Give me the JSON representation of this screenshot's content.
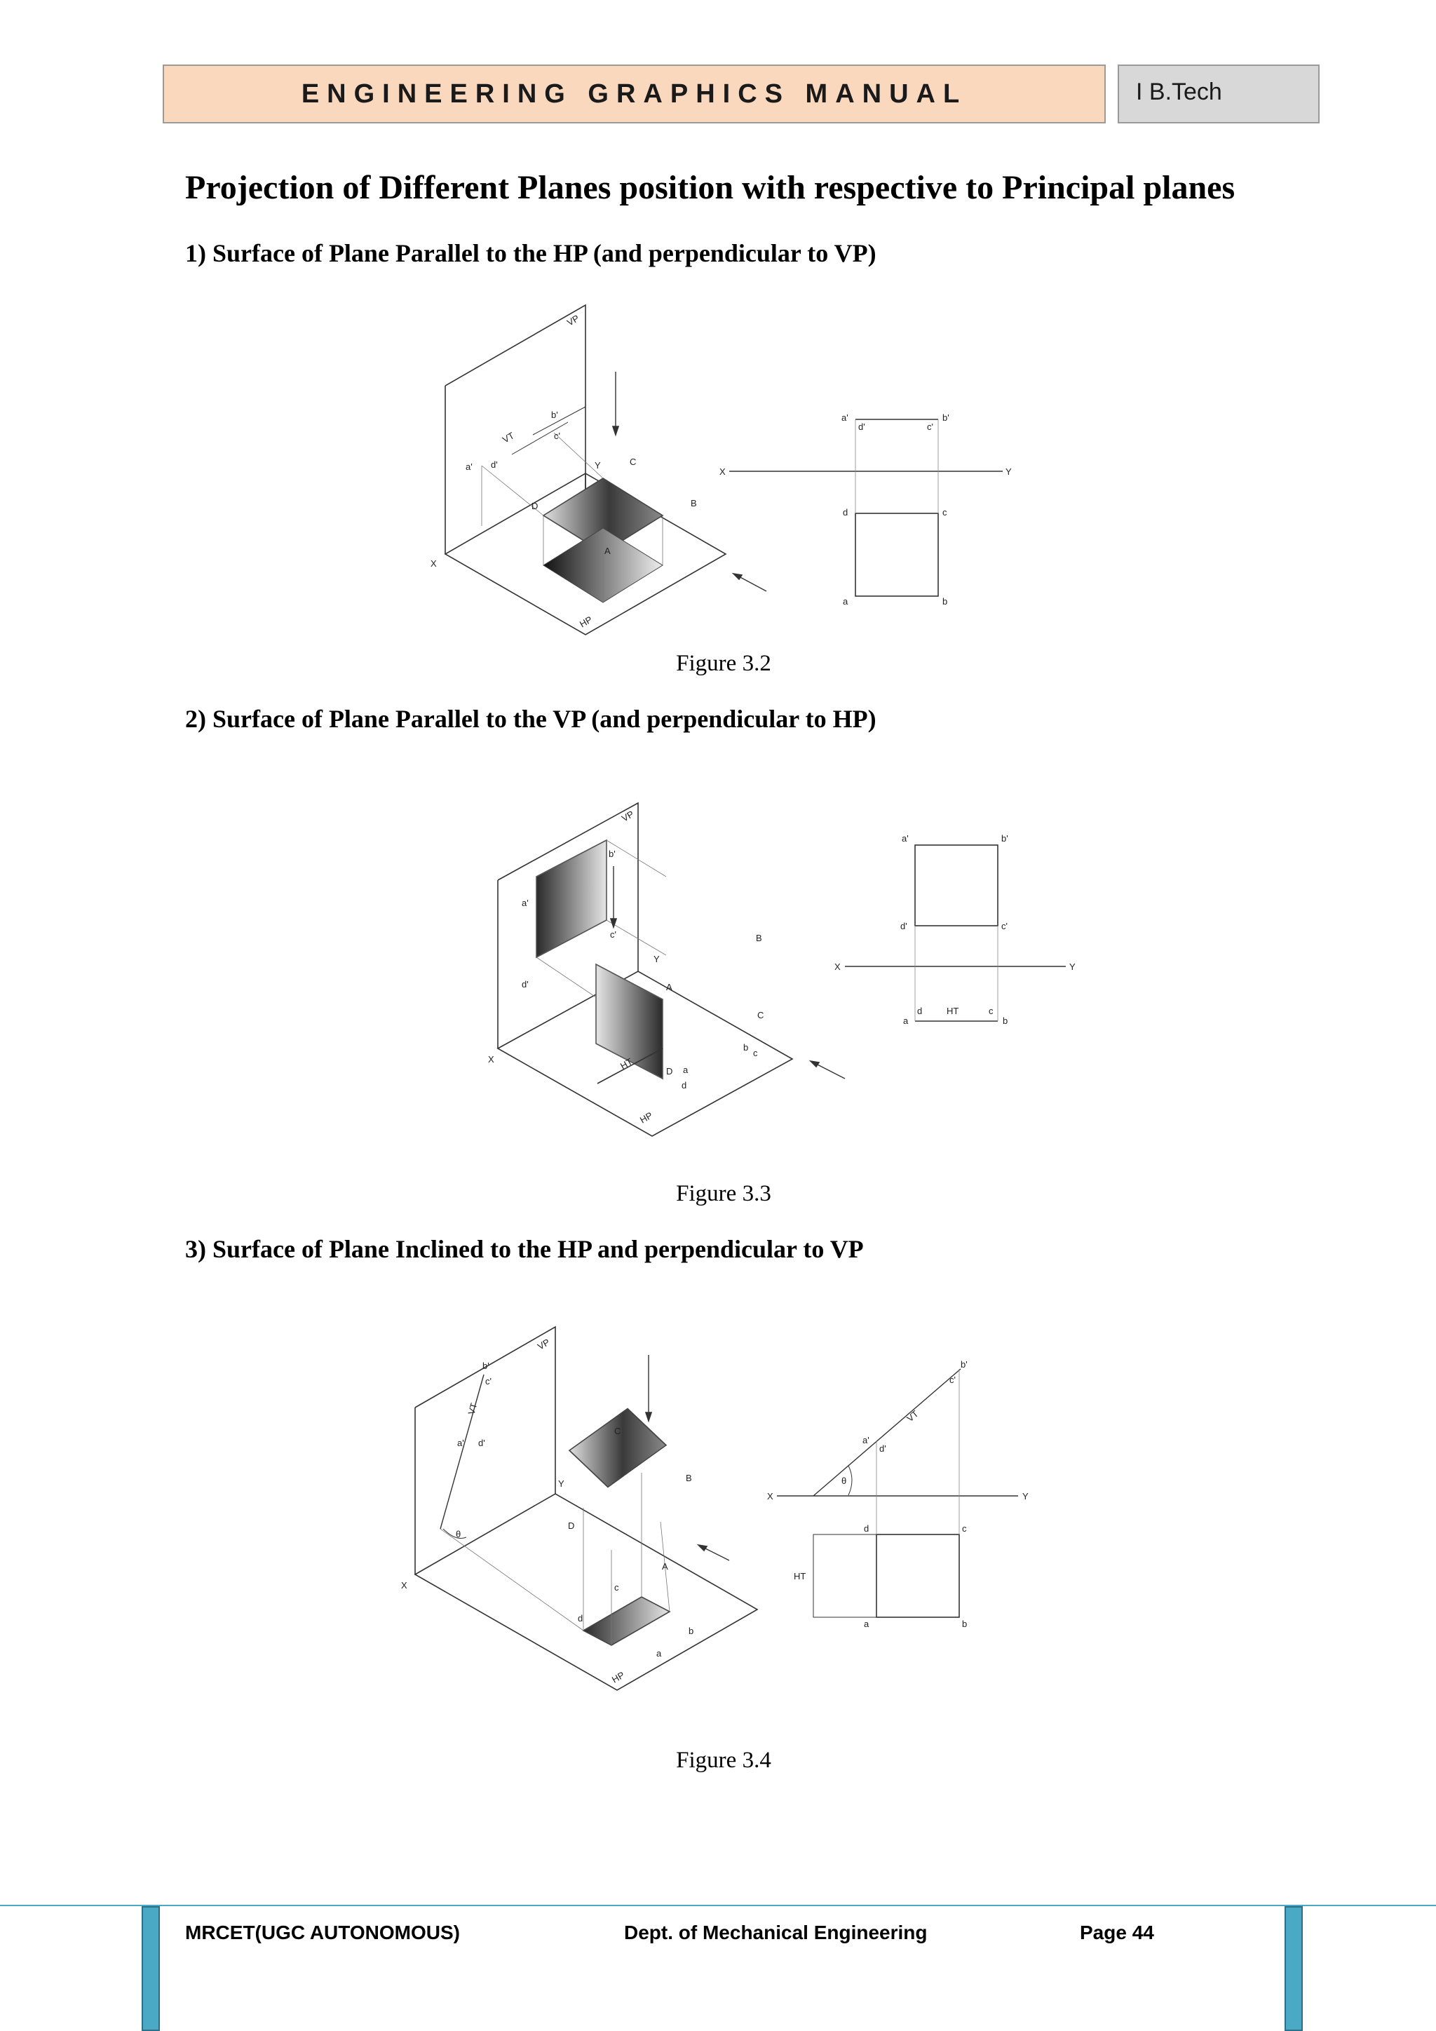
{
  "header": {
    "title": "ENGINEERING GRAPHICS MANUAL",
    "course": "I B.Tech"
  },
  "page_title": "Projection of Different Planes position with respective to Principal planes",
  "sections": [
    {
      "heading": "1) Surface of Plane Parallel to the HP (and perpendicular to VP)",
      "caption": "Figure  3.2"
    },
    {
      "heading": "2) Surface of Plane Parallel to the VP (and perpendicular to HP)",
      "caption": "Figure  3.3"
    },
    {
      "heading": "3) Surface of Plane Inclined to the HP and perpendicular to VP",
      "caption": "Figure  3.4"
    }
  ],
  "figure_labels": {
    "vp": "VP",
    "hp": "HP",
    "vt": "VT",
    "ht": "HT",
    "x": "X",
    "y": "Y",
    "theta": "θ",
    "A": "A",
    "B": "B",
    "C": "C",
    "D": "D",
    "a1": "a'",
    "b1": "b'",
    "c1": "c'",
    "d1": "d'",
    "a": "a",
    "b": "b",
    "c": "c",
    "d": "d"
  },
  "footer": {
    "institution": "MRCET(UGC AUTONOMOUS)",
    "department": "Dept. of Mechanical Engineering",
    "page": "Page 44"
  }
}
